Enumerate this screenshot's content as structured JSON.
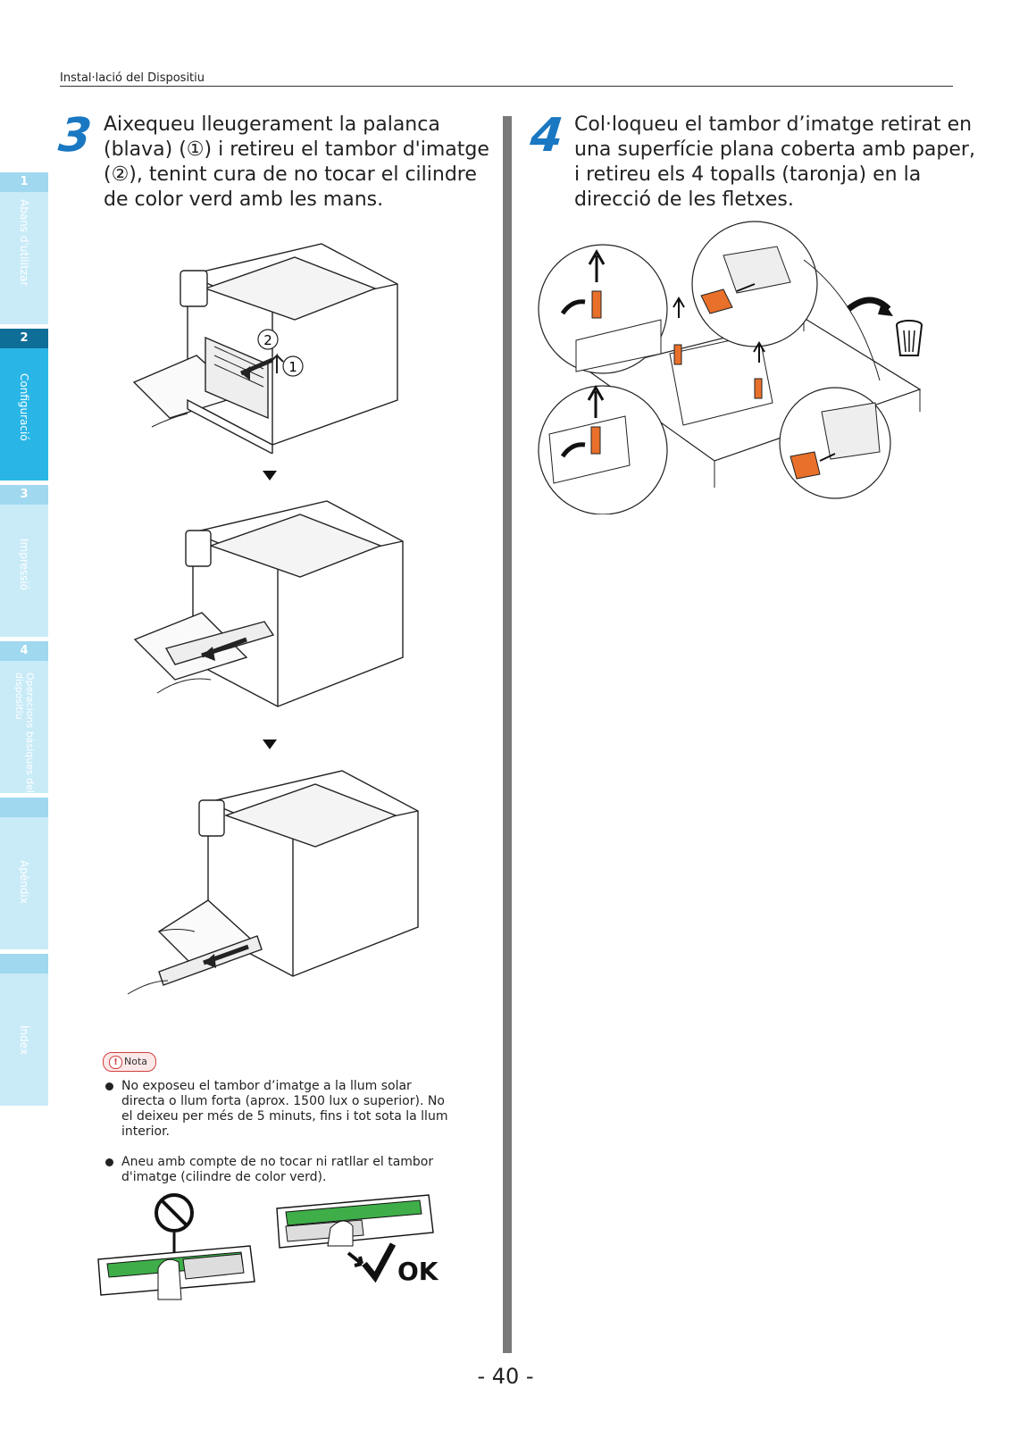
{
  "header": {
    "title": "Instal·lació del Dispositiu"
  },
  "side_tabs": [
    {
      "num": "1",
      "label": "Abans d'utilitzar"
    },
    {
      "num": "2",
      "label": "Configuració"
    },
    {
      "num": "3",
      "label": "Impressió"
    },
    {
      "num": "4",
      "label": "Operacions bàsiques del dispositiu"
    },
    {
      "num": "",
      "label": "Apèndix"
    },
    {
      "num": "",
      "label": "Índex"
    }
  ],
  "step3": {
    "number": "3",
    "lines": [
      "Aixequeu lleugerament la palanca",
      "(blava) (①) i retireu el tambor d'imatge",
      "(②), tenint cura de no tocar el cilindre",
      "de color verd amb les mans."
    ],
    "callout_1": "1",
    "callout_2": "2"
  },
  "step4": {
    "number": "4",
    "lines": [
      "Col·loqueu el tambor d’imatge retirat en",
      "una superfície plana coberta amb paper,",
      "i retireu els 4 topalls (taronja) en la",
      "direcció de les fletxes."
    ]
  },
  "nota": {
    "badge": "Nota",
    "bullets": [
      [
        "No exposeu el tambor d’imatge a la llum solar",
        "directa o llum forta (aprox. 1500 lux o superior). No",
        "el deixeu per més de 5 minuts, fins i tot sota la llum",
        "interior."
      ],
      [
        "Aneu amb compte de no tocar ni ratllar el tambor",
        "d'imatge (cilindre de color verd)."
      ]
    ]
  },
  "ok_label": "OK",
  "page_number": "- 40 -",
  "colors": {
    "accent": "#29b6e6",
    "step": "#1a78c2",
    "stopper": "#e8702a",
    "drum": "#3fae49"
  }
}
